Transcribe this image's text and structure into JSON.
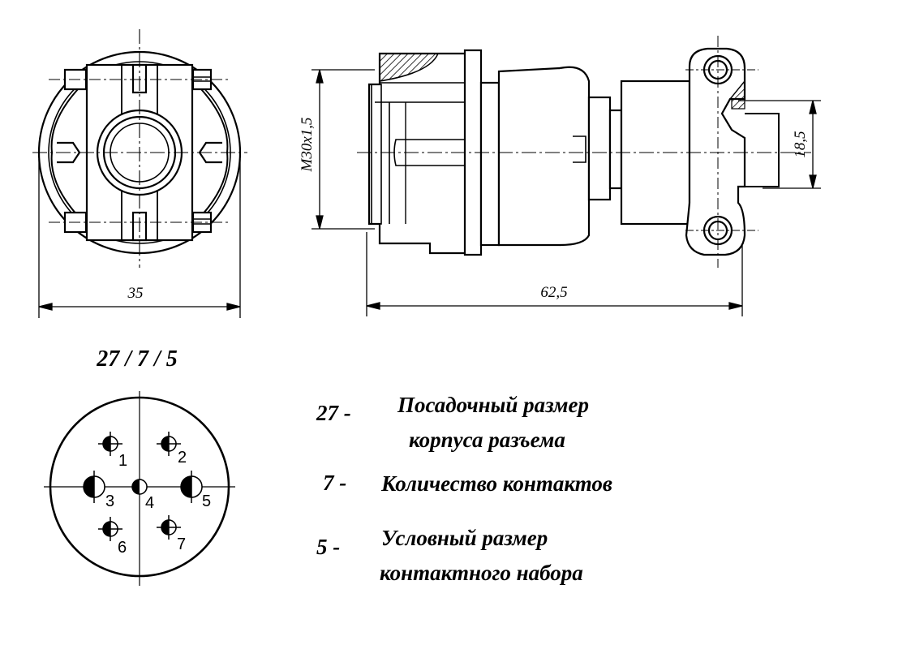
{
  "dimensions": {
    "front_width": "35",
    "total_length": "62,5",
    "thread": "M30x1,5",
    "cable_diameter": "18,5"
  },
  "designation": "27 / 7 / 5",
  "legend": [
    {
      "code": "27 -",
      "lines": [
        "Посадочный размер",
        "корпуса разъема"
      ]
    },
    {
      "code": "7 -",
      "lines": [
        "Количество контактов"
      ]
    },
    {
      "code": "5 -",
      "lines": [
        "Условный размер",
        "контактного набора"
      ]
    }
  ],
  "pins": [
    "1",
    "2",
    "3",
    "4",
    "5",
    "6",
    "7"
  ]
}
